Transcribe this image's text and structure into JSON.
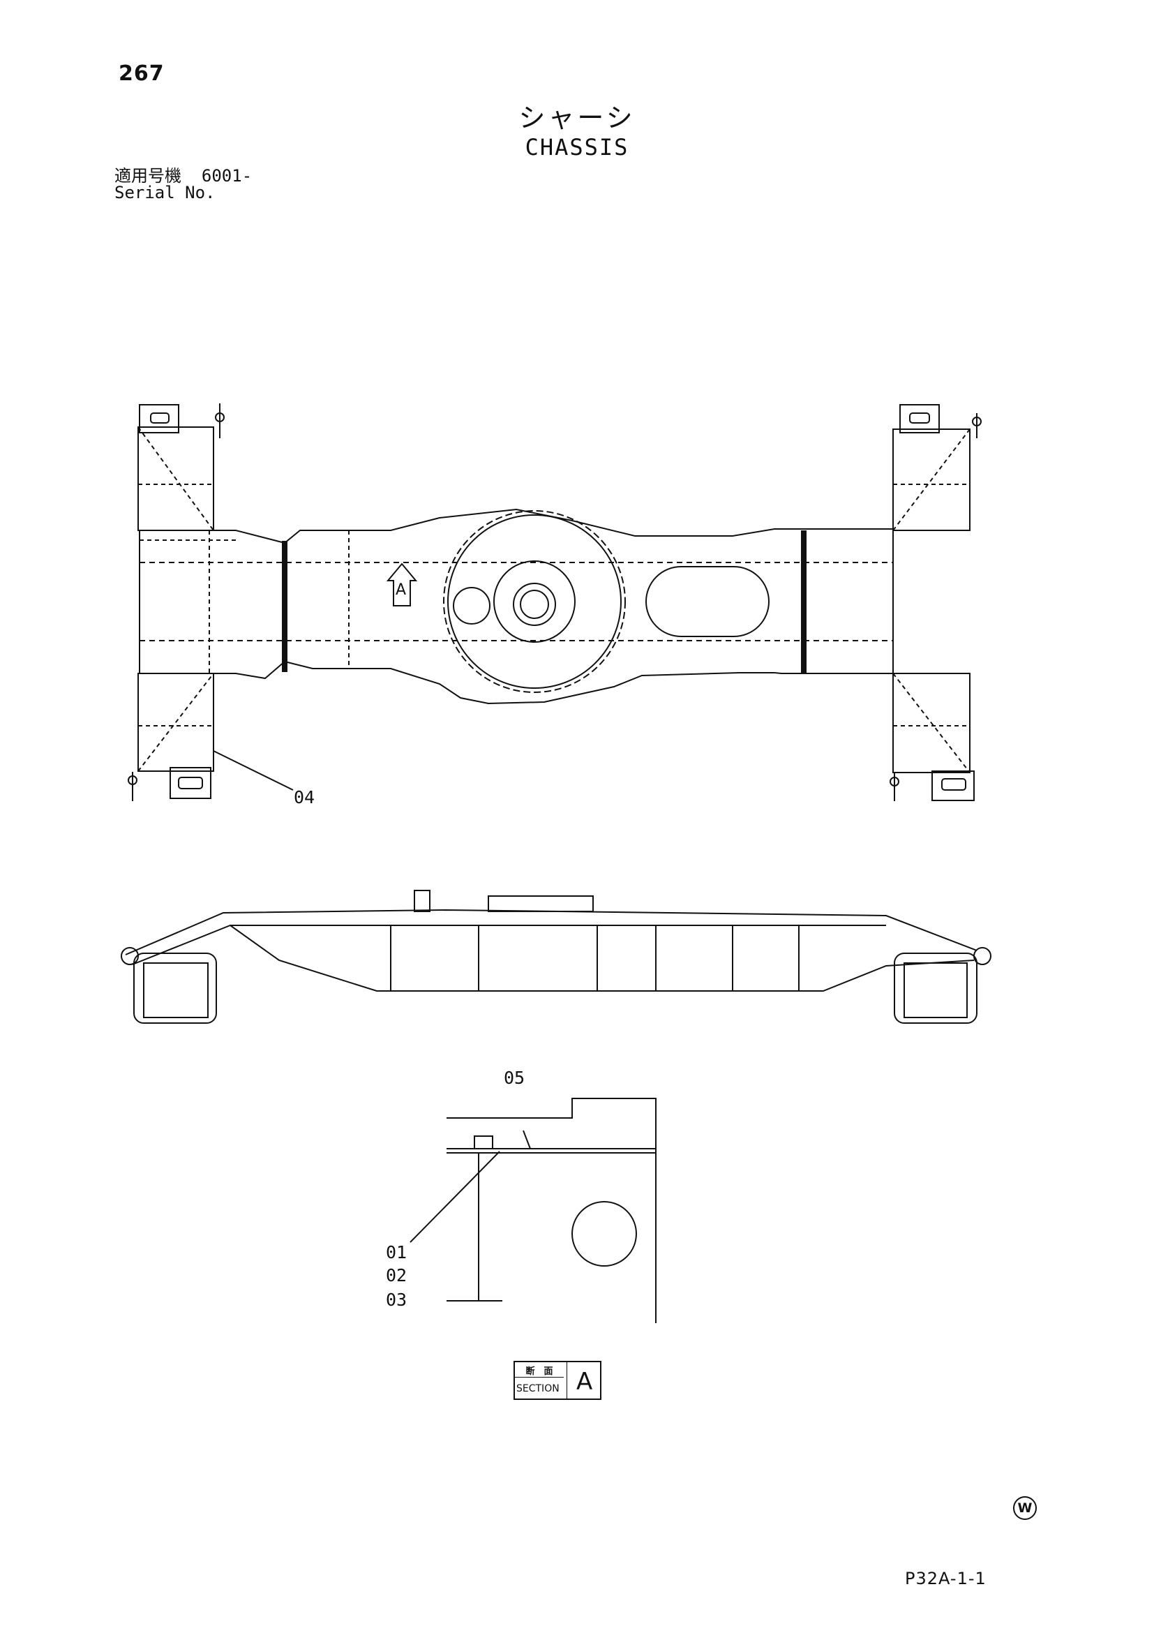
{
  "header": {
    "page_number": "267",
    "title_jp": "シャーシ",
    "title_en": "CHASSIS",
    "serial_label_jp": "適用号機",
    "serial_value": "6001-",
    "serial_label_en": "Serial No."
  },
  "callouts": {
    "part_04": "04",
    "part_05": "05",
    "part_01": "01",
    "part_02": "02",
    "part_03": "03",
    "view_marker": "A"
  },
  "section_tag": {
    "label_jp": "断　面",
    "label_en": "SECTION",
    "letter": "A"
  },
  "footer": {
    "w_mark": "W",
    "doc_code": "P32A-1-1"
  }
}
